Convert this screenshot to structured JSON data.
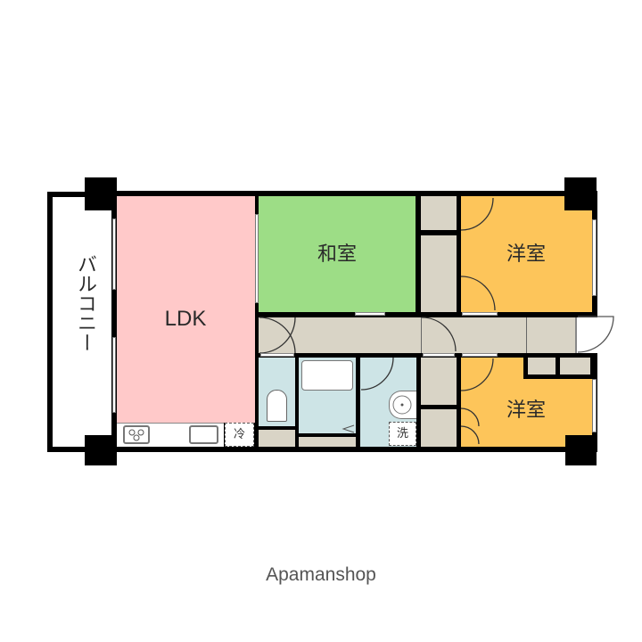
{
  "floorplan": {
    "rooms": [
      {
        "id": "balcony",
        "label": "バルコニー",
        "color": "#ffffff"
      },
      {
        "id": "ldk",
        "label": "LDK",
        "color": "#ffc9c9"
      },
      {
        "id": "washitsu",
        "label": "和室",
        "color": "#9ddd86"
      },
      {
        "id": "yoshitsu_upper",
        "label": "洋室",
        "color": "#fdc55a"
      },
      {
        "id": "yoshitsu_lower",
        "label": "洋室",
        "color": "#fdc55a"
      },
      {
        "id": "hallway",
        "label": "",
        "color": "#d9d4c6"
      },
      {
        "id": "toilet",
        "label": "",
        "color": "#cde4e6"
      },
      {
        "id": "bath",
        "label": "",
        "color": "#cde4e6"
      },
      {
        "id": "washroom",
        "label": "",
        "color": "#cde4e6"
      }
    ],
    "fixtures": {
      "fridge_label": "冷",
      "washer_label": "洗"
    },
    "colors": {
      "wall": "#000000",
      "storage": "#d9d4c6",
      "wet_area": "#cde4e6"
    }
  },
  "footer": {
    "brand": "Apamanshop"
  }
}
